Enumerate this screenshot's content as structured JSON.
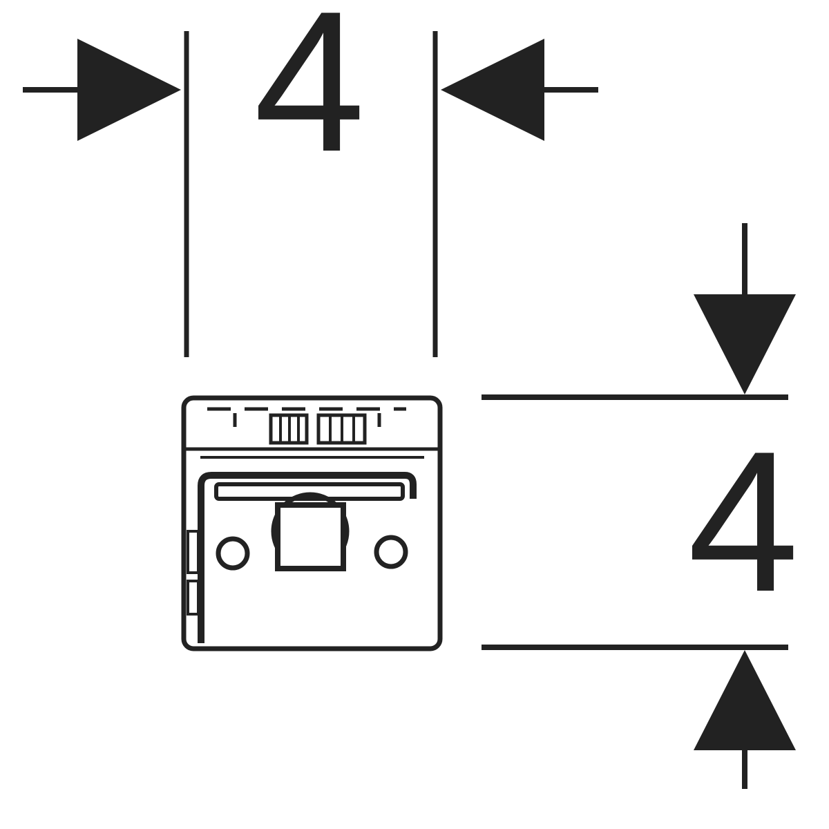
{
  "figure": {
    "description": "Technical installation diagram of a mounting bracket with two dimension callouts",
    "background_color": "#ffffff",
    "line_color": "#222222"
  },
  "dimensions": {
    "horizontal": {
      "value": "4"
    },
    "vertical": {
      "value": "4"
    }
  }
}
